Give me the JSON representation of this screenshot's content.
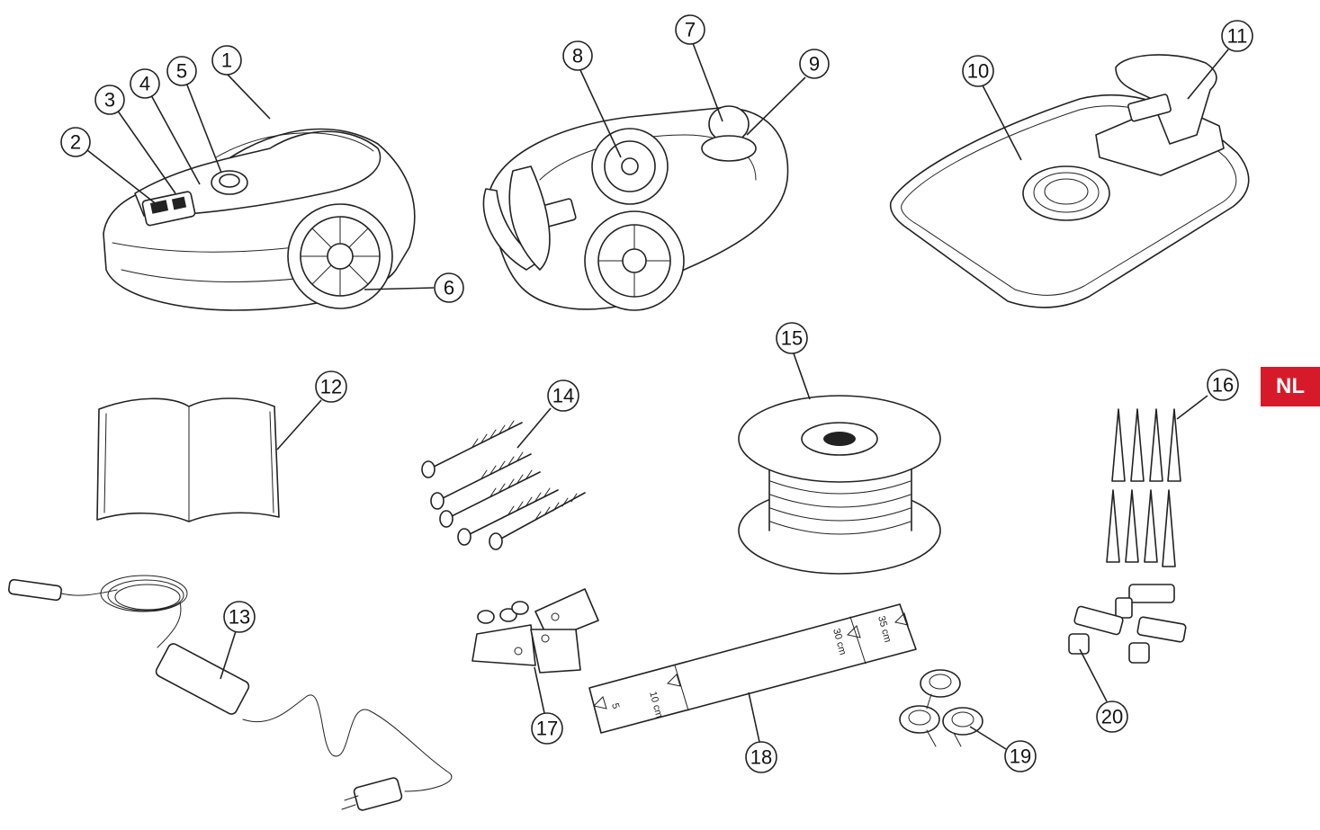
{
  "language_badge": {
    "text": "NL",
    "color": "#d71a2a"
  },
  "callouts": [
    "1",
    "2",
    "3",
    "4",
    "5",
    "6",
    "7",
    "8",
    "9",
    "10",
    "11",
    "12",
    "13",
    "14",
    "15",
    "16",
    "17",
    "18",
    "19",
    "20"
  ],
  "ruler_marks": [
    "5",
    "10 cm",
    "30 cm",
    "35 cm"
  ]
}
